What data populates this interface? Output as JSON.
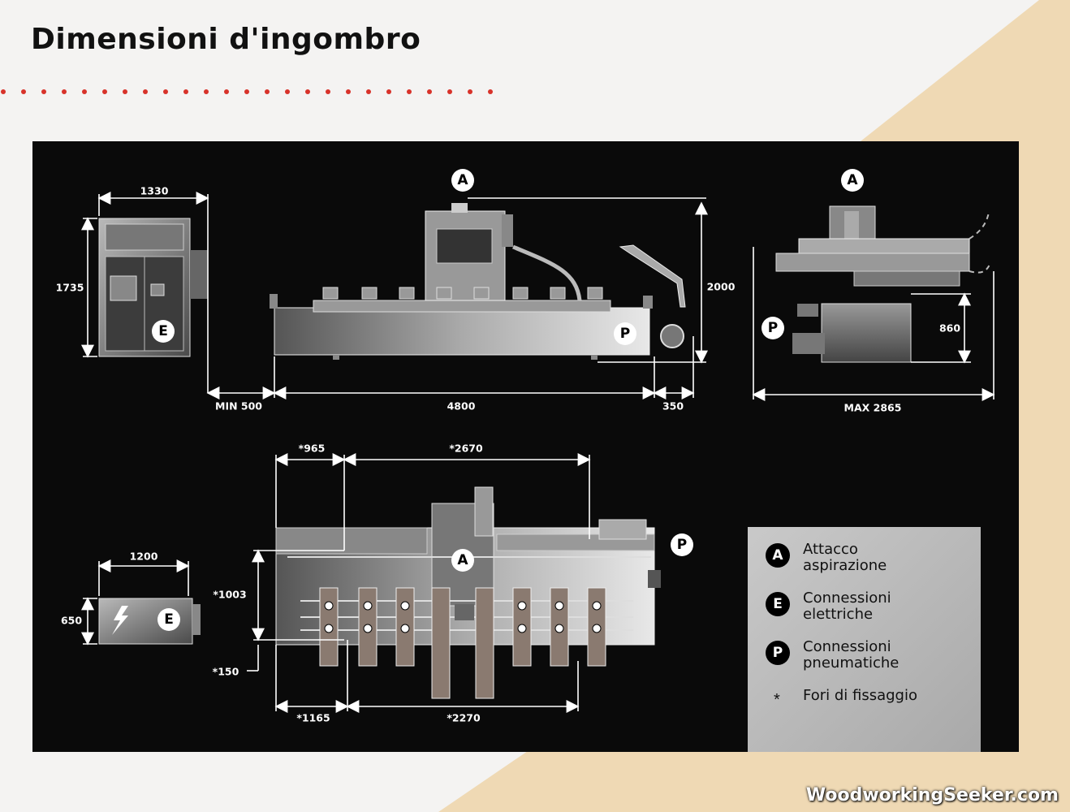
{
  "title": "Dimensioni d'ingombro",
  "dimensions": {
    "cabinet_width": "1330",
    "cabinet_height": "1735",
    "min_clearance": "MIN 500",
    "machine_length": "4800",
    "right_clearance": "350",
    "machine_height": "2000",
    "side_height": "860",
    "max_depth": "MAX 2865",
    "top_offset_left": "*965",
    "top_span": "*2670",
    "plan_depth": "*1003",
    "plan_offset": "*150",
    "bottom_offset_left": "*1165",
    "bottom_span": "*2270",
    "unit_width": "1200",
    "unit_height": "650"
  },
  "badges": {
    "a": "A",
    "e": "E",
    "p": "P"
  },
  "legend": [
    {
      "symbol": "A",
      "text": "Attacco\naspirazione"
    },
    {
      "symbol": "E",
      "text": "Connessioni\nelettriche"
    },
    {
      "symbol": "P",
      "text": "Connessioni\npneumatiche"
    },
    {
      "symbol": "*",
      "text": "Fori di fissaggio"
    }
  ],
  "watermark": "WoodworkingSeeker.com",
  "colors": {
    "panel": "#0a0a0a",
    "accent_dots": "#d8322a",
    "beige": "#efd9b4"
  }
}
